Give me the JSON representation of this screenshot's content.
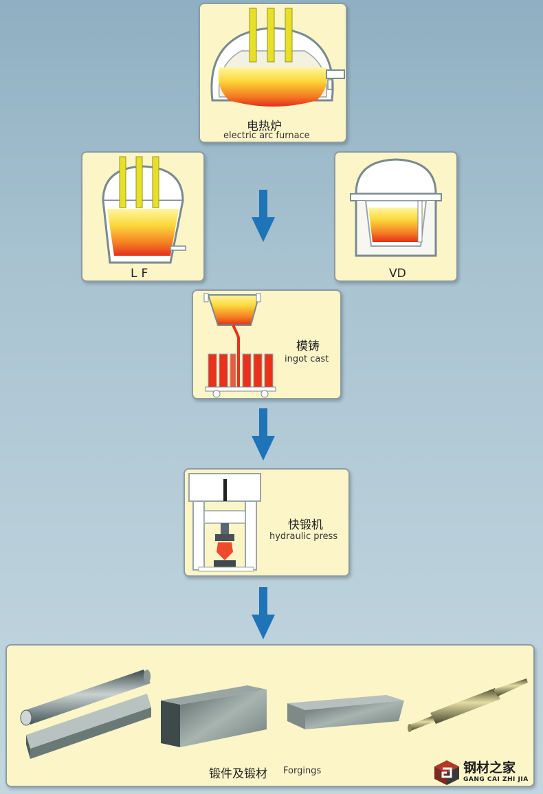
{
  "steps": {
    "eaf": {
      "zh": "电热炉",
      "en": "electric arc furnace"
    },
    "lf": {
      "label": "LF"
    },
    "vd": {
      "label": "VD"
    },
    "ingot": {
      "zh": "模铸",
      "en": "ingot cast"
    },
    "press": {
      "zh": "快锻机",
      "en": "hydraulic press"
    },
    "forgings": {
      "zh": "锻件及锻材",
      "en": "Forgings"
    }
  },
  "logo": {
    "zh": "钢材之家",
    "en": "GANG CAI ZHI JIA"
  },
  "colors": {
    "card_bg": "#fbf5c8",
    "arrow": "#1f73b7",
    "molten_top": "#fce86a",
    "molten_bottom": "#e8321c",
    "electrode": "#e6e02a"
  }
}
